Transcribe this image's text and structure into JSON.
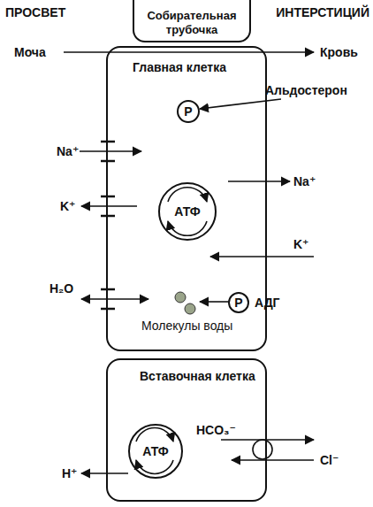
{
  "diagram": {
    "nodes": [
      {
        "text": [
          "Собирательная трубочка"
        ]
      },
      {
        "text": [
          "Главная клетка"
        ]
      },
      {
        "text": [
          "P"
        ],
        "in": 1
      },
      {
        "text": [
          "АТФ"
        ],
        "in": 1
      },
      {
        "text": [
          "P"
        ],
        "in": 1
      },
      {
        "text": [
          "Вставочная клетка"
        ]
      },
      {
        "text": [
          "АТФ"
        ],
        "in": 5
      }
    ],
    "labels": [
      "ПРОСВЕТ",
      "ИНТЕРСТИЦИЙ",
      "Моча",
      "Кровь",
      "Альдостерон",
      "Na⁺",
      "K⁺",
      "Na⁺",
      "K⁺",
      "H₂O",
      "АДГ",
      "Молекулы воды",
      "H⁺",
      "HCO₃⁻",
      "Cl⁻"
    ]
  }
}
